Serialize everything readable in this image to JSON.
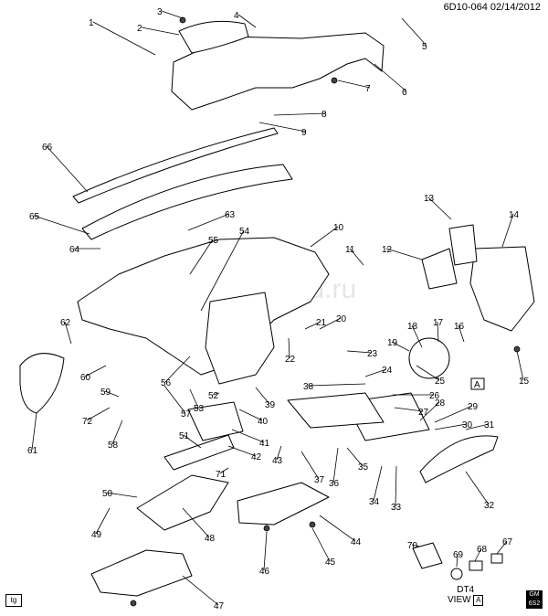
{
  "header": {
    "code": "6D10-064 02/14/2012"
  },
  "watermark": "Autopartsfkad.ru",
  "corner_tag": "tg",
  "logo_text": "GM 6S2",
  "view": {
    "id": "DT4",
    "label": "VIEW",
    "letter": "A"
  },
  "callout_box": "A",
  "callouts": [
    "1",
    "2",
    "3",
    "4",
    "5",
    "6",
    "7",
    "8",
    "9",
    "10",
    "11",
    "12",
    "13",
    "14",
    "15",
    "16",
    "17",
    "18",
    "19",
    "20",
    "21",
    "22",
    "23",
    "24",
    "25",
    "26",
    "27",
    "28",
    "29",
    "30",
    "31",
    "32",
    "33",
    "34",
    "35",
    "36",
    "37",
    "38",
    "39",
    "40",
    "41",
    "42",
    "43",
    "44",
    "45",
    "46",
    "47",
    "48",
    "49",
    "50",
    "51",
    "52",
    "53",
    "54",
    "55",
    "56",
    "57",
    "58",
    "59",
    "60",
    "61",
    "62",
    "63",
    "64",
    "65",
    "66",
    "67",
    "68",
    "69",
    "70",
    "71",
    "72"
  ]
}
